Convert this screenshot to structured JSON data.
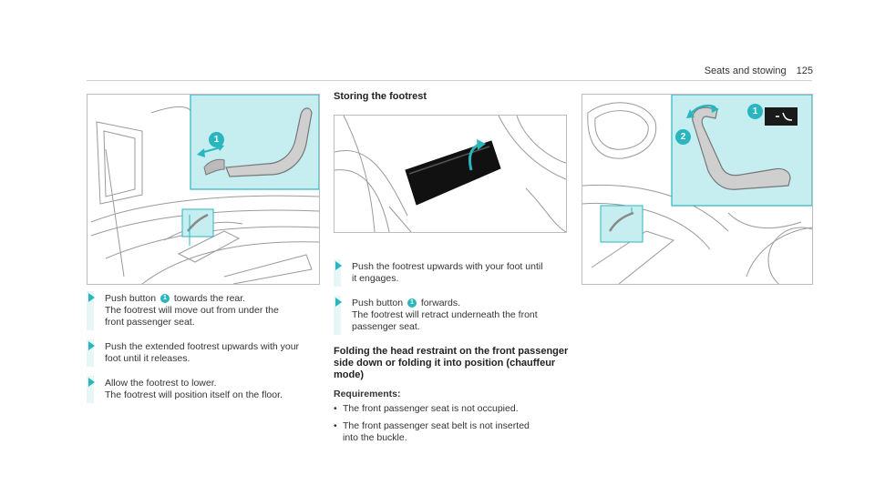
{
  "header": {
    "section": "Seats and stowing",
    "page": "125"
  },
  "illustrations": {
    "left": {
      "callout_1": "1"
    },
    "right": {
      "callout_1": "1",
      "callout_2": "2"
    }
  },
  "col1": {
    "steps": [
      {
        "l1a": "Push button ",
        "num": "1",
        "l1b": " towards the rear.",
        "l2": "The footrest will move out from under the",
        "l3": "front passenger seat."
      },
      {
        "l1": "Push the extended footrest upwards with your",
        "l2": "foot until it releases."
      },
      {
        "l1": "Allow the footrest to lower.",
        "l2": "The footrest will position itself on the floor."
      }
    ]
  },
  "col2": {
    "heading": "Storing the footrest",
    "steps": [
      {
        "l1": "Push the footrest upwards with your foot until",
        "l2": "it engages."
      },
      {
        "l1a": "Push button ",
        "num": "1",
        "l1b": " forwards.",
        "l2": "The footrest will retract underneath the front",
        "l3": "passenger seat."
      }
    ],
    "heading2_l1": "Folding the head restraint on the front passenger",
    "heading2_l2": "side down or folding it into position (chauffeur",
    "heading2_l3": "mode)",
    "req_title": "Requirements:",
    "req": [
      {
        "l1": "The front passenger seat is not occupied."
      },
      {
        "l1": "The front passenger seat belt is not inserted",
        "l2": "into the buckle."
      }
    ]
  },
  "colors": {
    "accent": "#29b6bf",
    "inset": "#c6eef0",
    "stepbar": "#e7f7f7"
  }
}
